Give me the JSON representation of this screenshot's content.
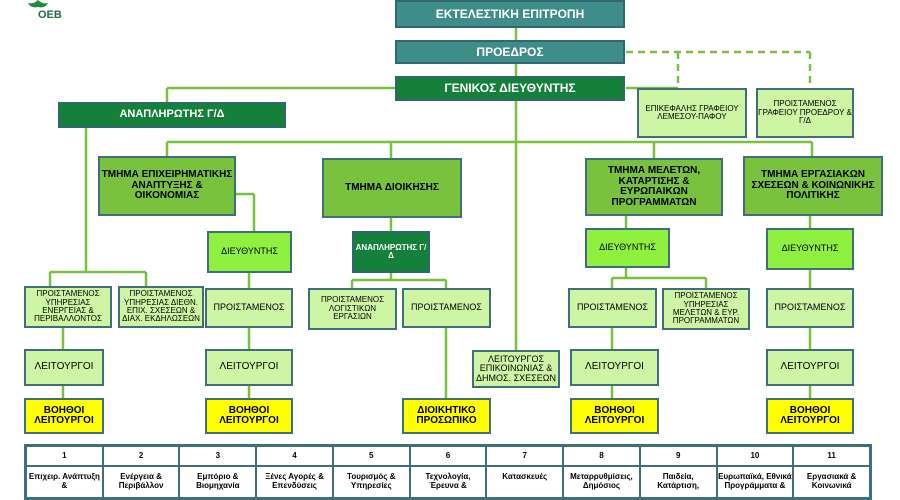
{
  "logo": {
    "text": "OEB"
  },
  "nodes": {
    "executive_committee": "ΕΚΤΕΛΕΣΤΙΚΗ ΕΠΙΤΡΟΠΗ",
    "president": "ΠΡΟΕΔΡΟΣ",
    "director_general": "ΓΕΝΙΚΟΣ ΔΙΕΥΘΥΝΤΗΣ",
    "deputy_dg": "ΑΝΑΠΛΗΡΩΤΗΣ Γ/Δ",
    "head_office_limassol": "ΕΠΙΚΕΦΑΛΗΣ ΓΡΑΦΕΙΟΥ ΛΕΜΕΣΟΥ-ΠΑΦΟΥ",
    "head_office_president": "ΠΡΟΙΣΤΑΜΕΝΟΣ ΓΡΑΦΕΙΟΥ ΠΡΟΕΔΡΟΥ & Γ/Δ",
    "dept_business": "ΤΜΗΜΑ ΕΠΙΧΕΙΡΗΜΑΤΙΚΗΣ ΑΝΑΠΤΥΞΗΣ & ΟΙΚΟΝΟΜΙΑΣ",
    "dept_admin": "ΤΜΗΜΑ ΔΙΟΙΚΗΣΗΣ",
    "dept_studies": "ΤΜΗΜΑ ΜΕΛΕΤΩΝ, ΚΑΤΑΡΤΙΣΗΣ & ΕΥΡΩΠΑΙΚΩΝ ΠΡΟΓΡΑΜΜΑΤΩΝ",
    "dept_labour": "ΤΜΗΜΑ ΕΡΓΑΣΙΑΚΩΝ ΣΧΕΣΕΩΝ & ΚΟΙΝΩΝΙΚΗΣ ΠΟΛΙΤΙΚΗΣ",
    "director_business": "ΔΙΕΥΘΥΝΤΗΣ",
    "deputy_admin": "ΑΝΑΠΛΗΡΩΤΗΣ Γ/Δ",
    "director_studies": "ΔΙΕΥΘΥΝΤΗΣ",
    "director_labour": "ΔΙΕΥΘΥΝΤΗΣ",
    "head_energy": "ΠΡΟΙΣΤΑΜΕΝΟΣ ΥΠΗΡΕΣΙΑΣ ΕΝΕΡΓΕΙΑΣ & ΠΕΡΙΒΑΛΛΟΝΤΟΣ",
    "head_international": "ΠΡΟΙΣΤΑΜΕΝΟΣ ΥΠΗΡΕΣΙΑΣ ΔΙΕΘΝ. ΕΠΙΧ. ΣΧΕΣΕΩΝ & ΔΙΑΧ. ΕΚΔΗΛΩΣΕΩΝ",
    "head_business": "ΠΡΟΙΣΤΑΜΕΝΟΣ",
    "head_accounting": "ΠΡΟΙΣΤΑΜΕΝΟΣ ΛΟΓΙΣΤΙΚΩΝ ΕΡΓΑΣΙΩΝ",
    "head_admin": "ΠΡΟΙΣΤΑΜΕΝΟΣ",
    "head_studies": "ΠΡΟΙΣΤΑΜΕΝΟΣ",
    "head_eu_programs": "ΠΡΟΙΣΤΑΜΕΝΟΣ ΥΠΗΡΕΣΙΑΣ ΜΕΛΕΤΩΝ & ΕΥΡ. ΠΡΟΓΡΑΜΜΑΤΩΝ",
    "head_labour": "ΠΡΟΙΣΤΑΜΕΝΟΣ",
    "officers_1": "ΛΕΙΤΟΥΡΓΟΙ",
    "officers_2": "ΛΕΙΤΟΥΡΓΟΙ",
    "officer_comms": "ΛΕΙΤΟΥΡΓΟΣ ΕΠΙΚΟΙΝΩΝΙΑΣ & ΔΗΜΟΣ. ΣΧΕΣΕΩΝ",
    "officers_3": "ΛΕΙΤΟΥΡΓΟΙ",
    "officers_4": "ΛΕΙΤΟΥΡΓΟΙ",
    "assistants_1": "ΒΟΗΘΟΙ ΛΕΙΤΟΥΡΓΟΙ",
    "assistants_2": "ΒΟΗΘΟΙ ΛΕΙΤΟΥΡΓΟΙ",
    "admin_staff": "ΔΙΟΙΚΗΤΙΚΟ ΠΡΟΣΩΠΙΚΟ",
    "assistants_3": "ΒΟΗΘΟΙ ΛΕΙΤΟΥΡΓΟΙ",
    "assistants_4": "ΒΟΗΘΟΙ ΛΕΙΤΟΥΡΓΟΙ"
  },
  "sectors": [
    {
      "num": "1",
      "label": "Επιχειρ. Ανάπτυξη &"
    },
    {
      "num": "2",
      "label": "Ενέργεια & Περιβάλλον"
    },
    {
      "num": "3",
      "label": "Εμπόριο & Βιομηχανία"
    },
    {
      "num": "4",
      "label": "Ξένες Αγορές & Επενδύσεις"
    },
    {
      "num": "5",
      "label": "Τουρισμός & Υπηρεσίες"
    },
    {
      "num": "6",
      "label": "Τεχνολογία, Έρευνα &"
    },
    {
      "num": "7",
      "label": "Κατασκευές"
    },
    {
      "num": "8",
      "label": "Μεταρρυθμίσεις, Δημόσιος"
    },
    {
      "num": "9",
      "label": "Παιδεία, Κατάρτιση,"
    },
    {
      "num": "10",
      "label": "Ευρωπαϊκά, Εθνικά Προγράμματα &"
    },
    {
      "num": "11",
      "label": "Εργασιακά & Κοινωνικά"
    }
  ],
  "colors": {
    "line": "#79c23e",
    "border": "#3f6f7a",
    "teal": "#3e8d88",
    "dark_green": "#14803a",
    "mid_green": "#79c23e",
    "light_green": "#cdf5a4",
    "lime": "#8ff040",
    "yellow": "#ffff00"
  }
}
